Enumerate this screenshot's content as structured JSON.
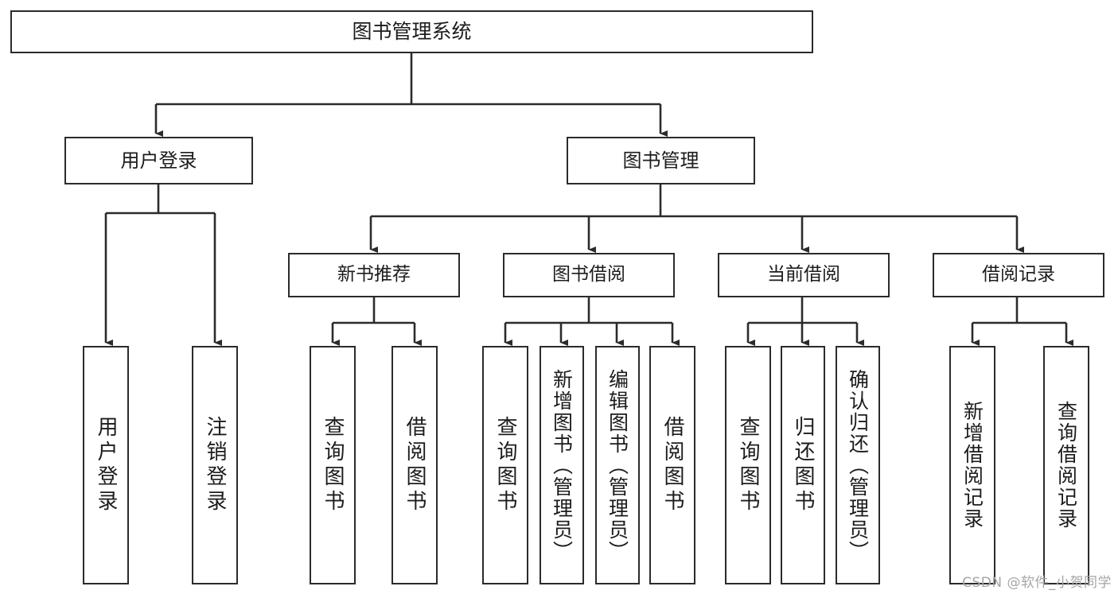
{
  "diagram": {
    "title": "图书管理系统",
    "type": "tree-hierarchy-diagram",
    "background_color": "#ffffff",
    "line_color": "#2b2b2b",
    "text_color": "#1c1c1c"
  },
  "root": {
    "label": "图书管理系统"
  },
  "level_one": [
    {
      "label": "用户登录"
    },
    {
      "label": "图书管理"
    }
  ],
  "level_two": [
    {
      "label": "新书推荐"
    },
    {
      "label": "图书借阅"
    },
    {
      "label": "当前借阅"
    },
    {
      "label": "借阅记录"
    }
  ],
  "leaves": {
    "user_login": [
      {
        "label": "用户登录"
      },
      {
        "label": "注销登录"
      }
    ],
    "new_book_recommend": [
      {
        "label": "查询图书"
      },
      {
        "label": "借阅图书"
      }
    ],
    "book_borrow": [
      {
        "label": "查询图书"
      },
      {
        "label": "新增图书（管理员）"
      },
      {
        "label": "编辑图书（管理员）"
      },
      {
        "label": "借阅图书"
      }
    ],
    "current_borrow": [
      {
        "label": "查询图书"
      },
      {
        "label": "归还图书"
      },
      {
        "label": "确认归还（管理员）"
      }
    ],
    "borrow_records": [
      {
        "label": "新增借阅记录"
      },
      {
        "label": "查询借阅记录"
      }
    ]
  },
  "watermark": {
    "text": "CSDN @软件_小贺同学"
  }
}
